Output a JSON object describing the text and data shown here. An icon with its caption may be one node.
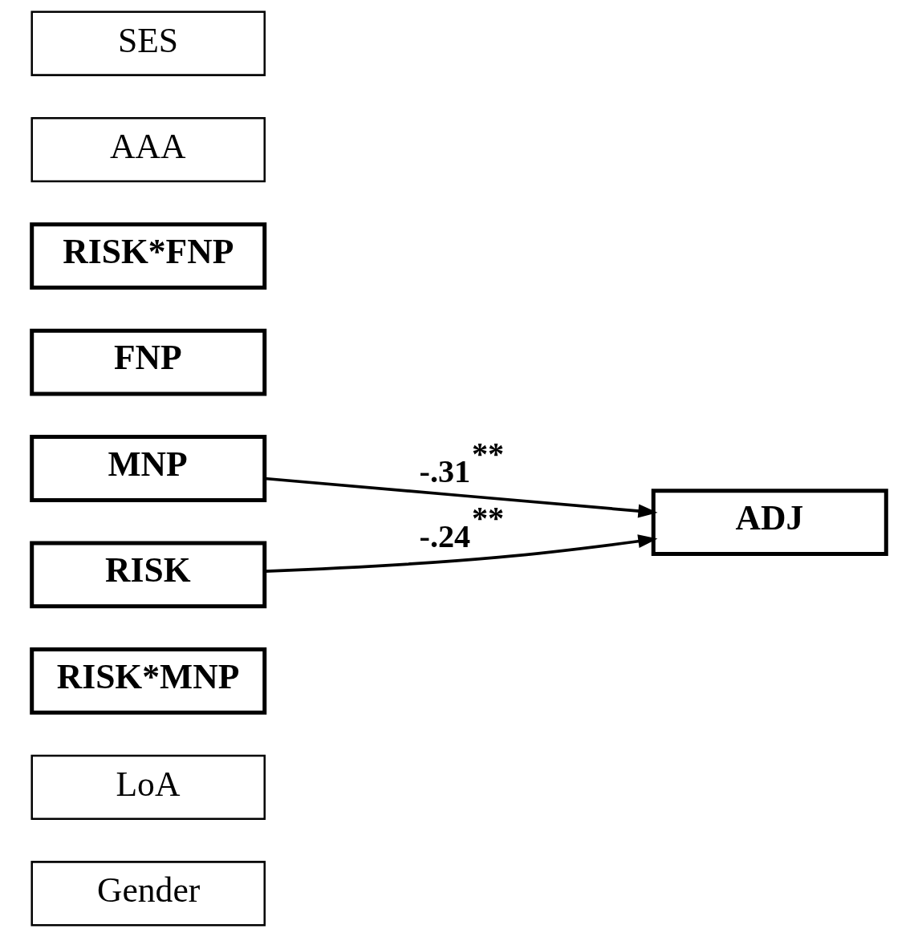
{
  "diagram": {
    "nodes": [
      {
        "text": [
          "Gender"
        ]
      },
      {
        "text": [
          "LoA"
        ]
      },
      {
        "text": [
          "RISK*MNP"
        ]
      },
      {
        "text": [
          "MNP"
        ]
      },
      {
        "text": [
          "RISK"
        ]
      },
      {
        "text": [
          "FNP"
        ]
      },
      {
        "text": [
          "RISK*FNP"
        ]
      },
      {
        "text": [
          "AAA"
        ]
      },
      {
        "text": [
          "SES"
        ]
      },
      {
        "text": [
          "ADJ"
        ]
      }
    ],
    "edges": [
      {
        "from": 3,
        "to": 9,
        "arrow": "to",
        "label": "-.31$^{**}$"
      },
      {
        "from": 4,
        "to": 9,
        "arrow": "to",
        "label": "-.24$^{**}$"
      }
    ]
  }
}
